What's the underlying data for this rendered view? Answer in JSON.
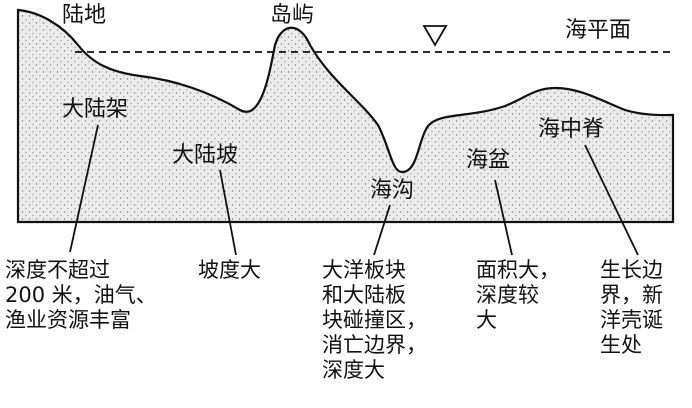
{
  "labels": {
    "land": "陆地",
    "island": "岛屿",
    "sea_level": "海平面",
    "continental_shelf": "大陆架",
    "continental_slope": "大陆坡",
    "trench": "海沟",
    "basin": "海盆",
    "ridge": "海中脊"
  },
  "notes": {
    "shelf": "深度不超过\n200 米，油气、\n渔业资源丰富",
    "slope": "坡度大",
    "trench": "大洋板块\n和大陆板\n块碰撞区，\n消亡边界，\n深度大",
    "basin": "面积大，\n深度较\n大",
    "ridge": "生长边\n界，新\n洋壳诞\n生处"
  },
  "colors": {
    "ink": "#111111",
    "terrain_fill": "#d9d9d9"
  },
  "icons": {
    "sea_level_marker": "down-triangle-icon"
  }
}
